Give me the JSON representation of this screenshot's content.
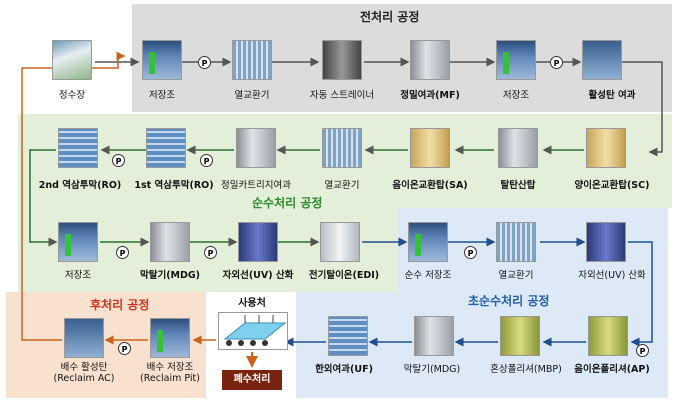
{
  "regions": {
    "pre": {
      "title": "전처리 공정",
      "color": "#dcdcdc"
    },
    "pure": {
      "title": "순수처리 공정",
      "color": "#e3efd8"
    },
    "ultra": {
      "title": "초순수처리 공정",
      "color": "#dde9f6"
    },
    "post": {
      "title": "후처리 공정",
      "color": "#f9e1d0"
    }
  },
  "pump_label": "P",
  "units": {
    "water_plant": "정수장",
    "pre_tank1": "저장조",
    "pre_hx": "열교환기",
    "auto_strainer": "자동 스트레이너",
    "mf": "정밀여과(MF)",
    "pre_tank2": "저장조",
    "ac_filter": "활성탄 여과",
    "ro2": "2nd 역삼투막(RO)",
    "ro1": "1st 역삼투막(RO)",
    "cartridge": "정밀카트리지여과",
    "pure_hx": "열교환기",
    "sa": "음이온교환탑(SA)",
    "degas": "탈탄산탑",
    "sc": "양이온교환탑(SC)",
    "pure_tank": "저장조",
    "mdg1": "막탈기(MDG)",
    "uv1": "자외선(UV) 산화",
    "edi": "전기탈이온(EDI)",
    "ultra_tank": "순수 저장조",
    "ultra_hx": "열교환기",
    "uv2": "자외선(UV) 산화",
    "uf": "한외여과(UF)",
    "mdg2": "막탈기(MDG)",
    "mbp": "혼상폴리셔(MBP)",
    "ap": "음이온폴리셔(AP)",
    "reclaim_ac": "배수 활성탄\n(Reclaim AC)",
    "reclaim_pit": "배수 저장조\n(Reclaim Pit)",
    "usage": "사용처",
    "waste": "폐수처리"
  }
}
